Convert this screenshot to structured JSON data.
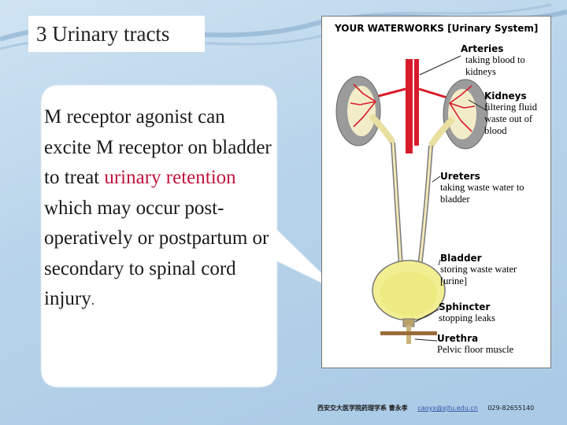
{
  "slide": {
    "title": "3  Urinary tracts",
    "bubble": {
      "text_before": "M receptor agonist can excite M receptor on bladder to treat ",
      "highlight": "urinary retention",
      "text_after": " which may occur post-operatively or postpartum or secondary to  spinal cord injury",
      "end_period": "."
    },
    "accent_color": "#c0143c"
  },
  "diagram": {
    "title": "YOUR WATERWORKS [Urinary System]",
    "labels": [
      {
        "heading": "Arteries",
        "desc": "taking blood to kidneys"
      },
      {
        "heading": "Kidneys",
        "desc": "filtering fluid waste out of blood"
      },
      {
        "heading": "Ureters",
        "desc": "taking waste water to bladder"
      },
      {
        "heading": "Bladder",
        "desc": "storing waste water [urine]"
      },
      {
        "heading": "Sphincter",
        "desc": "stopping leaks"
      },
      {
        "heading": "Urethra",
        "desc": "Pelvic floor muscle"
      }
    ]
  },
  "footer": {
    "institution": "西安交大医学院药理学系  曹永孝",
    "email": "caoyx@xjtu.edu.cn",
    "phone": "029-82655140"
  }
}
